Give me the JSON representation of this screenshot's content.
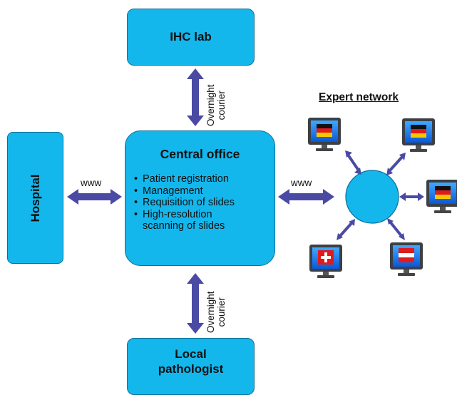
{
  "nodes": {
    "ihc_lab": "IHC lab",
    "hospital": "Hospital",
    "central_office": {
      "title": "Central office",
      "items": [
        "Patient registration",
        "Management",
        "Requisition of slides",
        "High-resolution",
        "scanning of slides"
      ]
    },
    "local_pathologist": [
      "Local",
      "pathologist"
    ]
  },
  "connections": {
    "top_courier": [
      "Overnight",
      "courier"
    ],
    "bottom_courier": [
      "Overnight",
      "courier"
    ],
    "hospital_link": "www",
    "network_link": "www"
  },
  "expert_network": {
    "title": "Expert network",
    "monitors": [
      "germany-flag",
      "germany-flag",
      "germany-flag",
      "switzerland-flag",
      "austria-flag"
    ]
  },
  "colors": {
    "box_fill": "#14b7ec",
    "arrow": "#4a4aa5",
    "monitor_frame": "#3b4046"
  }
}
